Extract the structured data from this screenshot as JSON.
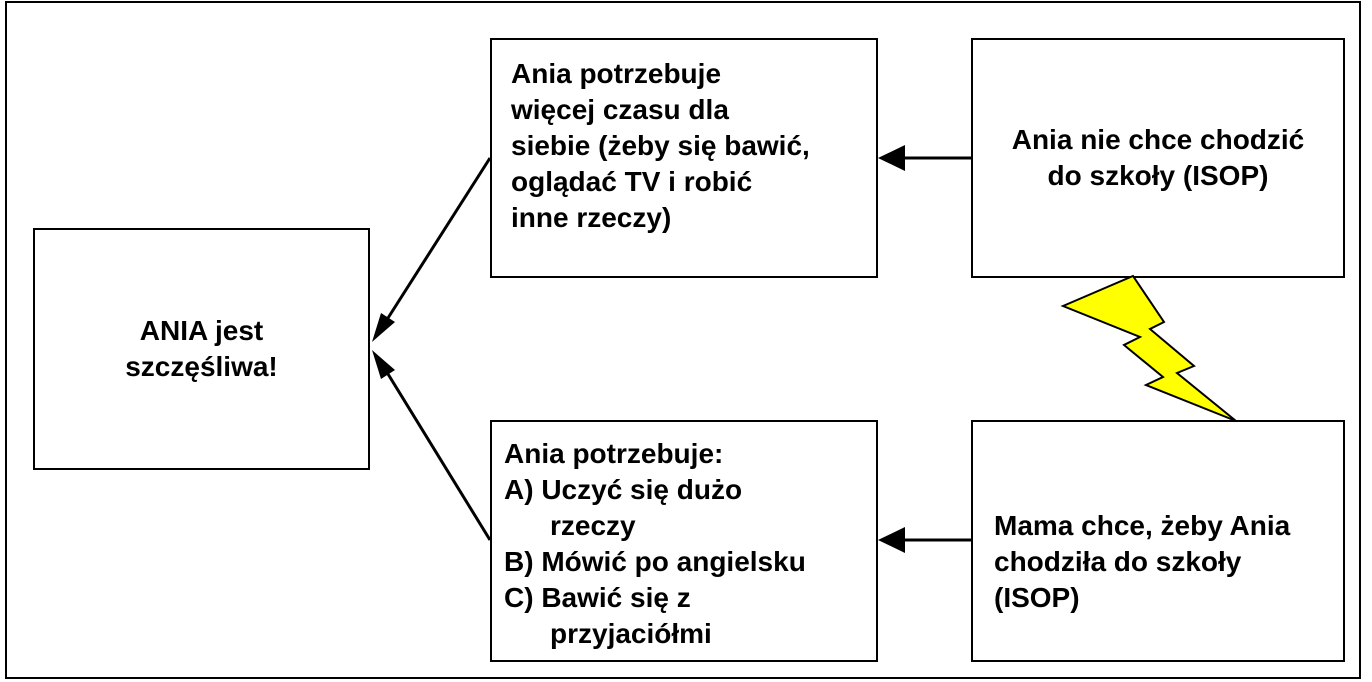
{
  "diagram": {
    "center_box": {
      "lines": [
        "ANIA jest",
        "szczęśliwa!"
      ]
    },
    "top_left_box": {
      "lines": [
        "Ania potrzebuje",
        "więcej czasu dla",
        "siebie (żeby się bawić,",
        "oglądać TV i robić",
        "inne rzeczy)"
      ]
    },
    "top_right_box": {
      "lines": [
        "Ania nie chce chodzić",
        "do szkoły (ISOP)"
      ]
    },
    "bottom_left_box": {
      "lines": [
        "Ania potrzebuje:",
        "A) Uczyć się dużo",
        "rzeczy",
        "B) Mówić po angielsku",
        "C) Bawić się z",
        "przyjaciółmi"
      ]
    },
    "bottom_right_box": {
      "lines": [
        "Mama chce, żeby Ania",
        "chodziła do szkoły",
        "(ISOP)"
      ]
    },
    "colors": {
      "lightning_fill": "#ffff00",
      "stroke": "#000000"
    }
  }
}
